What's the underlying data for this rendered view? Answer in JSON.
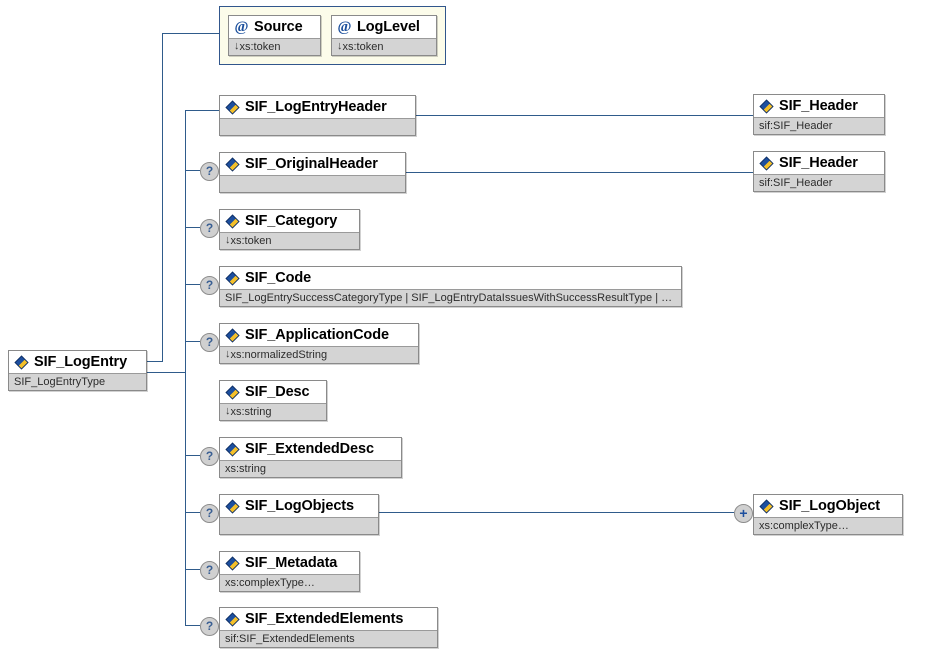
{
  "diagram": {
    "title": "SIF_LogEntry XML Schema Element Tree",
    "colors": {
      "connector": "#2f5b8b",
      "node_border": "#8a8a8a",
      "type_bar": "#d4d4d4",
      "attr_group_bg": "#fcfcea",
      "attr_group_border": "#31568c",
      "marker_bg": "#d0d0d0",
      "icon_blue": "#1d4f9e",
      "icon_yellow": "#f5c029"
    },
    "root": {
      "name": "SIF_LogEntry",
      "type": "SIF_LogEntryType",
      "icon": "element-icon",
      "marker": ""
    },
    "attributes": {
      "group_name": "attribute-group",
      "items": [
        {
          "name": "Source",
          "type": "xs:token",
          "icon": "attribute-icon",
          "arrow": "↓"
        },
        {
          "name": "LogLevel",
          "type": "xs:token",
          "icon": "attribute-icon",
          "arrow": "↓"
        }
      ]
    },
    "children": [
      {
        "name": "SIF_LogEntryHeader",
        "type": "",
        "arrow": "",
        "marker": "",
        "icon": "element-icon"
      },
      {
        "name": "SIF_OriginalHeader",
        "type": "",
        "arrow": "",
        "marker": "?",
        "icon": "element-icon"
      },
      {
        "name": "SIF_Category",
        "type": "xs:token",
        "arrow": "↓",
        "marker": "?",
        "icon": "element-icon"
      },
      {
        "name": "SIF_Code",
        "type": "SIF_LogEntrySuccessCategoryType | SIF_LogEntryDataIssuesWithSuccessResultType | …",
        "arrow": "",
        "marker": "?",
        "icon": "element-icon"
      },
      {
        "name": "SIF_ApplicationCode",
        "type": "xs:normalizedString",
        "arrow": "↓",
        "marker": "?",
        "icon": "element-icon"
      },
      {
        "name": "SIF_Desc",
        "type": "xs:string",
        "arrow": "↓",
        "marker": "",
        "icon": "element-icon"
      },
      {
        "name": "SIF_ExtendedDesc",
        "type": "xs:string",
        "arrow": "",
        "marker": "?",
        "icon": "element-icon"
      },
      {
        "name": "SIF_LogObjects",
        "type": "",
        "arrow": "",
        "marker": "?",
        "icon": "element-icon"
      },
      {
        "name": "SIF_Metadata",
        "type": "xs:complexType…",
        "arrow": "",
        "marker": "?",
        "icon": "element-icon"
      },
      {
        "name": "SIF_ExtendedElements",
        "type": "sif:SIF_ExtendedElements",
        "arrow": "",
        "marker": "?",
        "icon": "element-icon"
      }
    ],
    "referenced": [
      {
        "name": "SIF_Header",
        "type": "sif:SIF_Header",
        "marker": "",
        "icon": "element-icon"
      },
      {
        "name": "SIF_Header",
        "type": "sif:SIF_Header",
        "marker": "",
        "icon": "element-icon"
      },
      {
        "name": "SIF_LogObject",
        "type": "xs:complexType…",
        "marker": "+",
        "icon": "element-icon"
      }
    ]
  }
}
